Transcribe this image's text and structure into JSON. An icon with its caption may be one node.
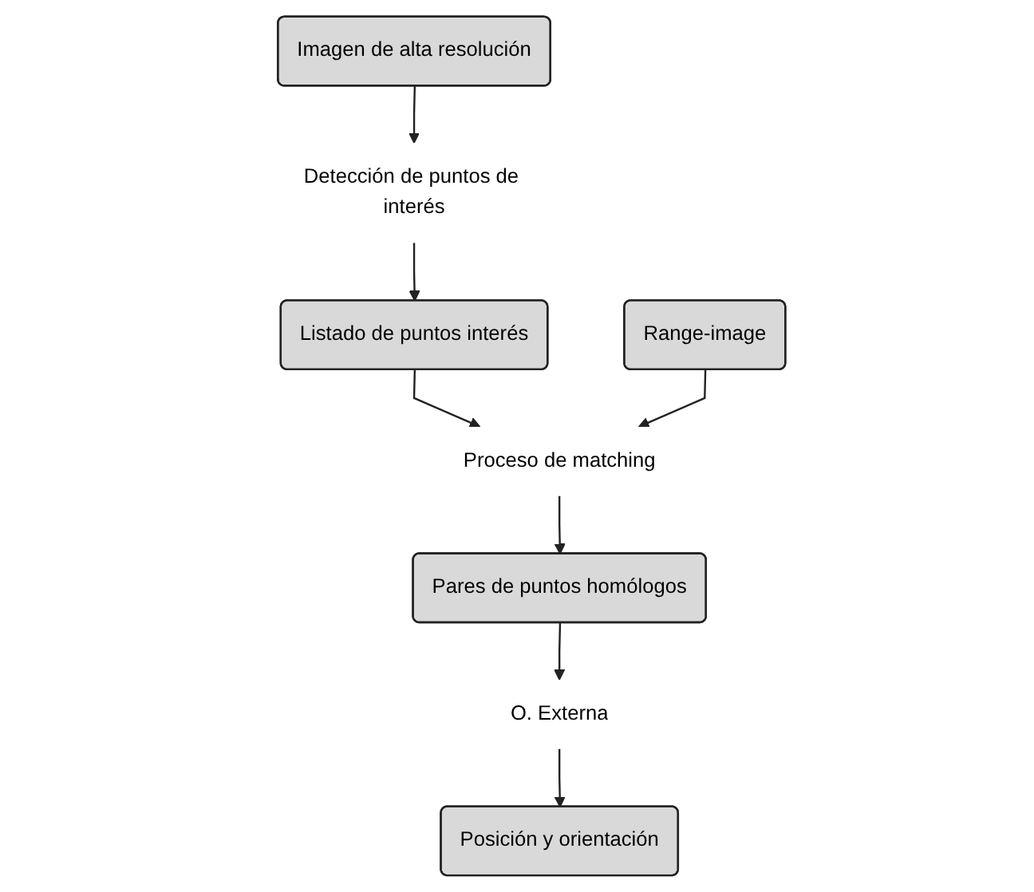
{
  "diagram": {
    "nodes": [
      {
        "text": [
          "Imagen de alta resolución"
        ]
      },
      {
        "text": [
          "Range-image"
        ]
      },
      {
        "text": [
          "Detección de puntos de interés"
        ]
      },
      {
        "text": [
          "Listado de puntos interés"
        ]
      },
      {
        "text": [
          "Proceso de matching"
        ]
      },
      {
        "text": [
          "Pares de puntos homólogos"
        ]
      },
      {
        "text": [
          "O. Externa"
        ]
      },
      {
        "text": [
          "Posición y orientación"
        ]
      }
    ],
    "edges": [
      {
        "from": 0,
        "to": 2,
        "arrow": "to"
      },
      {
        "from": 2,
        "to": 3,
        "arrow": "to"
      },
      {
        "from": 3,
        "to": 4,
        "arrow": "to"
      },
      {
        "from": 1,
        "to": 4,
        "arrow": "to"
      },
      {
        "from": 4,
        "to": 5,
        "arrow": "to"
      },
      {
        "from": 5,
        "to": 6,
        "arrow": "to"
      },
      {
        "from": 6,
        "to": 7,
        "arrow": "to"
      }
    ]
  }
}
